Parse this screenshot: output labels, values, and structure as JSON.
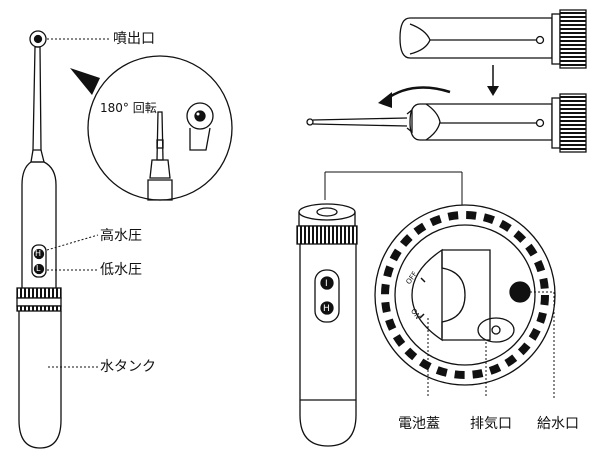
{
  "labels": {
    "nozzle_tip": "噴出口",
    "rotate": "180° 回転",
    "high_pressure": "高水圧",
    "low_pressure": "低水圧",
    "water_tank": "水タンク",
    "battery_cover": "電池蓋",
    "vent": "排気口",
    "water_inlet": "給水口"
  },
  "buttons": {
    "high": "H",
    "low": "L",
    "power": "I",
    "mode": "H"
  },
  "cover_marks": {
    "off": "OFF",
    "on": "ON"
  }
}
